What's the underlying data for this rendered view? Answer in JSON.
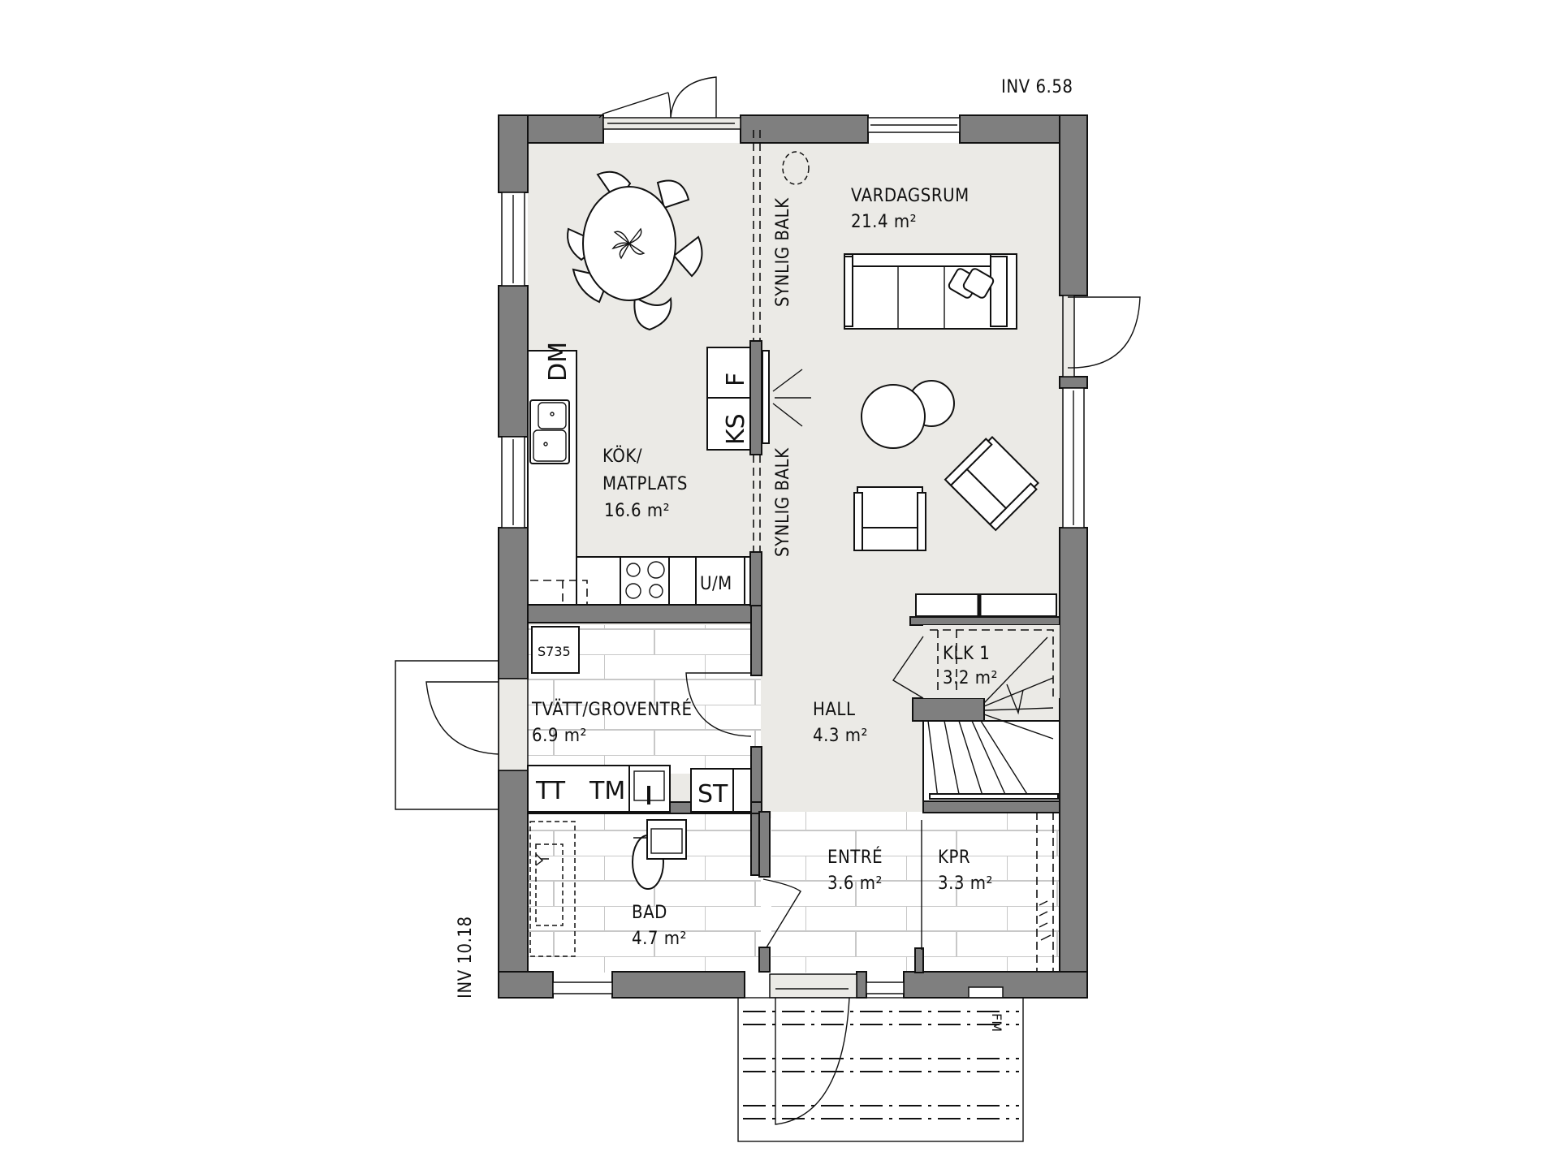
{
  "plan": {
    "level_top": "INV 6.58",
    "level_left": "INV 10.18",
    "beam_label_upper": "SYNLIG BALK",
    "beam_label_lower": "SYNLIG BALK",
    "colors": {
      "wall": "#7f7f7f",
      "floor": "#ebeae6",
      "tile_bg": "#ffffff",
      "tile_grid": "#c8c8c8",
      "line": "#111111"
    }
  },
  "rooms": [
    {
      "id": "vardagsrum",
      "name": "VARDAGSRUM",
      "area": "21.4 m²"
    },
    {
      "id": "kok",
      "name_line1": "KÖK/",
      "name_line2": "MATPLATS",
      "area": "16.6 m²"
    },
    {
      "id": "tvatt",
      "name": "TVÄTT/GROVENTRÉ",
      "area": "6.9 m²"
    },
    {
      "id": "hall",
      "name": "HALL",
      "area": "4.3 m²"
    },
    {
      "id": "klk",
      "name": "KLK 1",
      "area": "3.2 m²"
    },
    {
      "id": "bad",
      "name": "BAD",
      "area": "4.7 m²"
    },
    {
      "id": "entre",
      "name": "ENTRÉ",
      "area": "3.6 m²"
    },
    {
      "id": "kpr",
      "name": "KPR",
      "area": "3.3 m²"
    }
  ],
  "appliances": {
    "dm": "DM",
    "f": "F",
    "ks": "KS",
    "um": "U/M",
    "s735": "S735",
    "tt": "TT",
    "tm": "TM",
    "st": "ST",
    "fm": "FM"
  }
}
